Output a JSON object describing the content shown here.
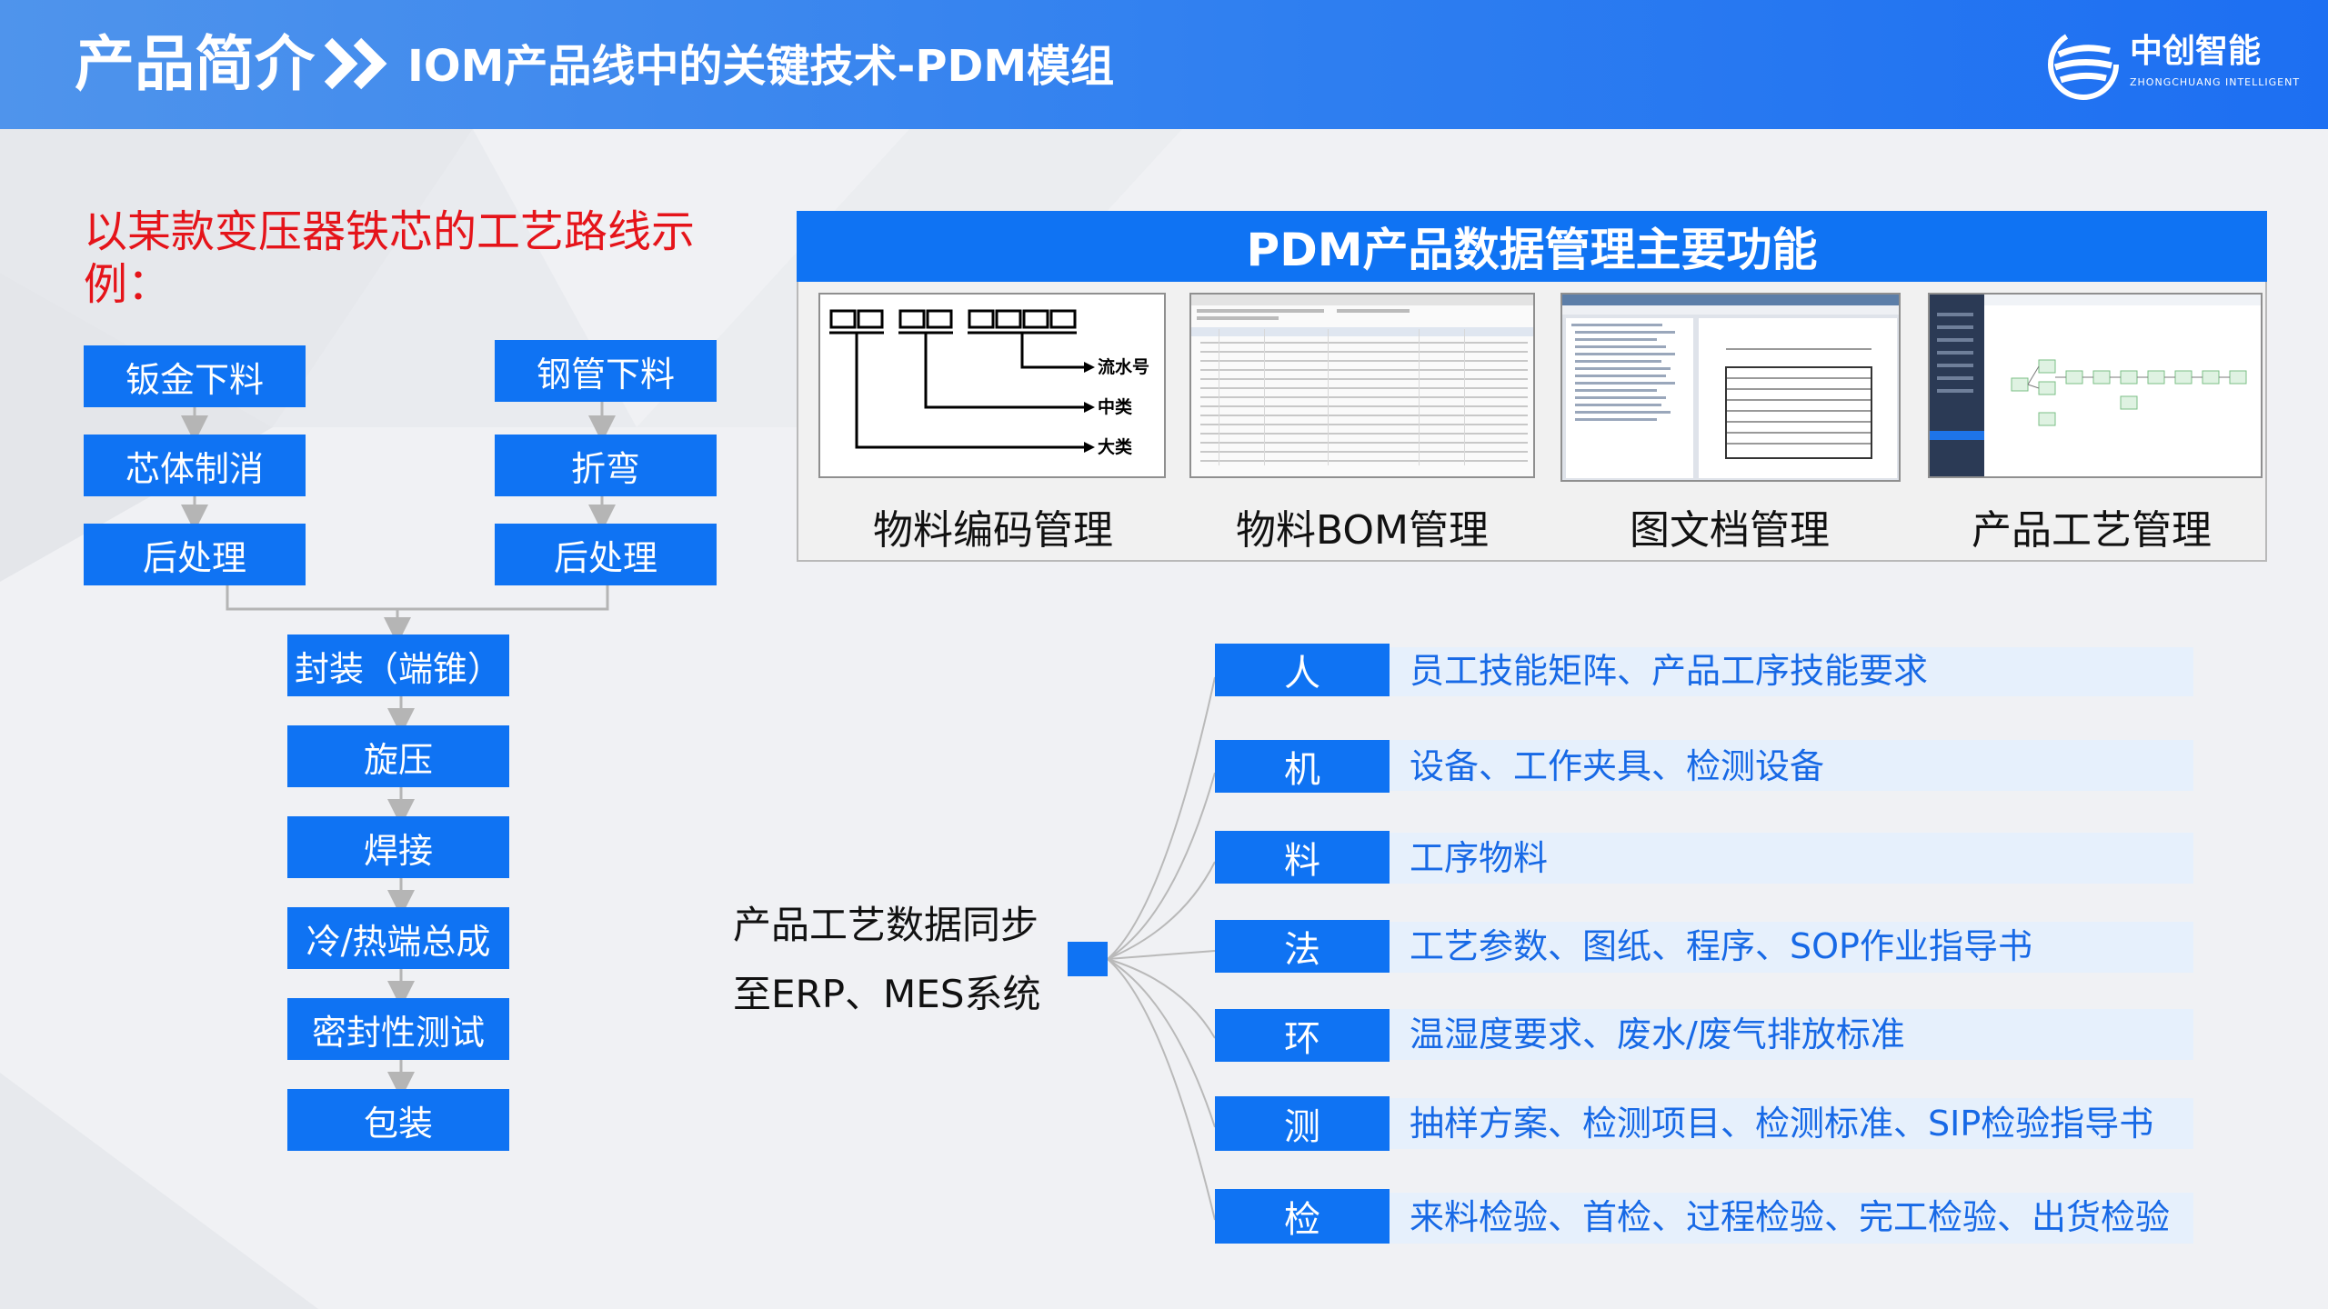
{
  "header": {
    "section_title": "产品简介",
    "subtitle": "IOM产品线中的关键技术-PDM模组",
    "logo": {
      "name": "中创智能",
      "english": "ZHONGCHUANG INTELLIGENT",
      "icon": "swirl-logo-icon"
    }
  },
  "example_note": "以某款变压器铁芯的工艺路线示例：",
  "process_flow": {
    "left_branch": [
      "钣金下料",
      "芯体制消",
      "后处理"
    ],
    "right_branch": [
      "钢管下料",
      "折弯",
      "后处理"
    ],
    "main_flow": [
      "封装（端锥）",
      "旋压",
      "焊接",
      "冷/热端总成",
      "密封性测试",
      "包装"
    ]
  },
  "pdm": {
    "title": "PDM产品数据管理主要功能",
    "functions": [
      {
        "label": "物料编码管理"
      },
      {
        "label": "物料BOM管理"
      },
      {
        "label": "图文档管理"
      },
      {
        "label": "产品工艺管理"
      }
    ],
    "code_levels": [
      "流水号",
      "中类",
      "大类"
    ]
  },
  "sync": {
    "line1": "产品工艺数据同步",
    "line2": "至ERP、MES系统"
  },
  "factors": [
    {
      "key": "人",
      "desc": "员工技能矩阵、产品工序技能要求"
    },
    {
      "key": "机",
      "desc": "设备、工作夹具、检测设备"
    },
    {
      "key": "料",
      "desc": "工序物料"
    },
    {
      "key": "法",
      "desc": "工艺参数、图纸、程序、SOP作业指导书"
    },
    {
      "key": "环",
      "desc": "温湿度要求、废水/废气排放标准"
    },
    {
      "key": "测",
      "desc": "抽样方案、检测项目、检测标准、SIP检验指导书"
    },
    {
      "key": "检",
      "desc": "来料检验、首检、过程检验、完工检验、出货检验"
    }
  ],
  "colors": {
    "accent": "#0f73f3",
    "note_red": "#e5141a",
    "desc_blue": "#1769e6",
    "row_bg": "#e6f0fc"
  }
}
